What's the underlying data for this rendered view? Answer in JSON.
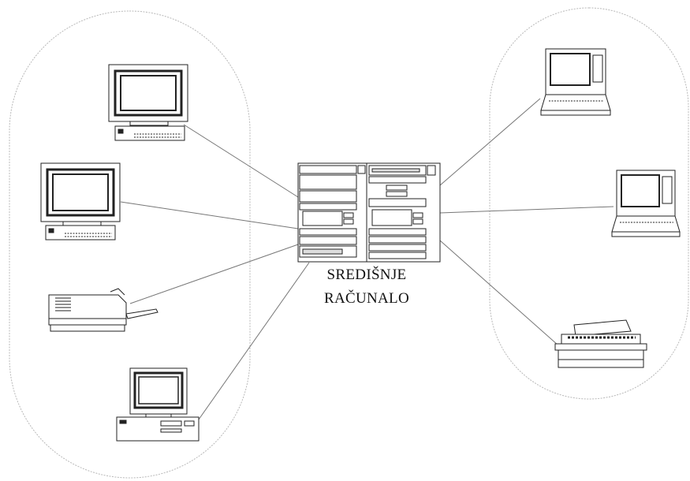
{
  "diagram": {
    "central_label_line1": "SREDIŠNJE",
    "central_label_line2": "RAČUNALO",
    "left_group": [
      "crt-monitor-workstation",
      "crt-monitor-workstation",
      "laser-printer",
      "desktop-computer"
    ],
    "right_group": [
      "laptop",
      "laptop",
      "dot-matrix-printer"
    ],
    "central_node": "mainframe-server"
  }
}
